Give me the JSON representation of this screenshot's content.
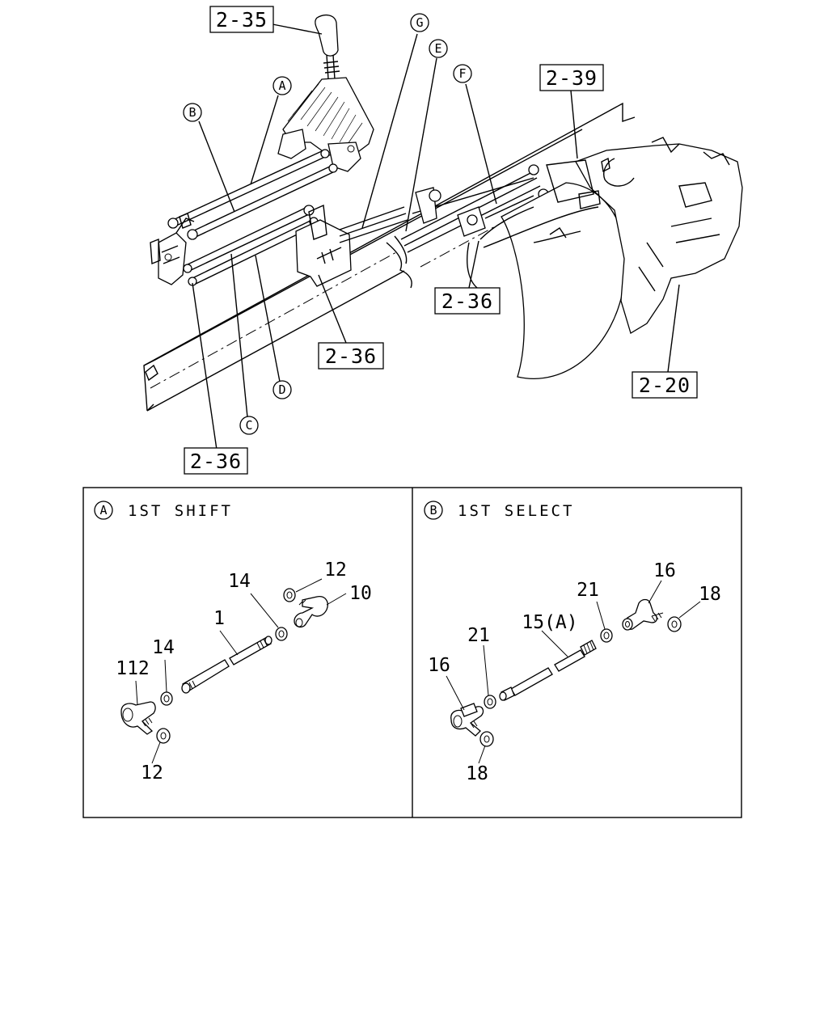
{
  "overview": {
    "reference_boxes": [
      "2-35",
      "2-39",
      "2-36",
      "2-36",
      "2-20",
      "2-36"
    ],
    "circle_callouts": [
      "A",
      "B",
      "C",
      "D",
      "E",
      "F",
      "G"
    ]
  },
  "detail_a": {
    "badge": "A",
    "title": "1ST SHIFT",
    "part_labels": [
      "14",
      "12",
      "10",
      "1",
      "14",
      "112",
      "12"
    ]
  },
  "detail_b": {
    "badge": "B",
    "title": "1ST SELECT",
    "part_labels": [
      "21",
      "16",
      "18",
      "21",
      "15(A)",
      "16",
      "18"
    ]
  }
}
